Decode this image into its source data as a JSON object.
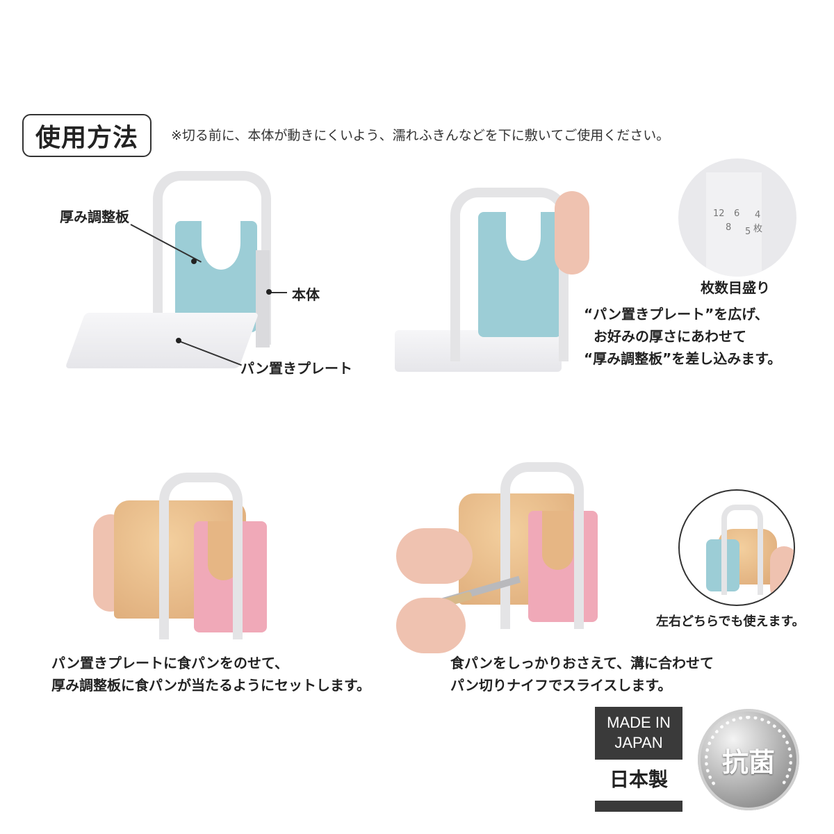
{
  "header": {
    "title": "使用方法",
    "notice": "※切る前に、本体が動きにくいよう、濡れふきんなどを下に敷いてご使用ください。"
  },
  "step1": {
    "labels": {
      "thickness_plate": "厚み調整板",
      "body": "本体",
      "bread_plate": "パン置きプレート"
    },
    "colors": {
      "plate": "#9ccdd6",
      "frame": "#e4e4e6"
    }
  },
  "step2": {
    "caption_lines": [
      "“パン置きプレート”を広げ、",
      "お好みの厚さにあわせて",
      "“厚み調整板”を差し込みます。"
    ]
  },
  "scale_detail": {
    "caption": "枚数目盛り",
    "marks": [
      "12",
      "8",
      "6",
      "5",
      "4",
      "枚"
    ]
  },
  "step3": {
    "caption_lines": [
      "パン置きプレートに食パンをのせて、",
      "厚み調整板に食パンが当たるようにセットします。"
    ],
    "colors": {
      "plate": "#f0a9b8"
    }
  },
  "step4": {
    "caption_lines": [
      "食パンをしっかりおさえて、溝に合わせて",
      "パン切りナイフでスライスします。"
    ]
  },
  "both_sides": {
    "caption": "左右どちらでも使えます。"
  },
  "badges": {
    "made_in_line1": "MADE IN",
    "made_in_line2": "JAPAN",
    "made_in_jp": "日本製",
    "antibacterial": "抗菌"
  }
}
